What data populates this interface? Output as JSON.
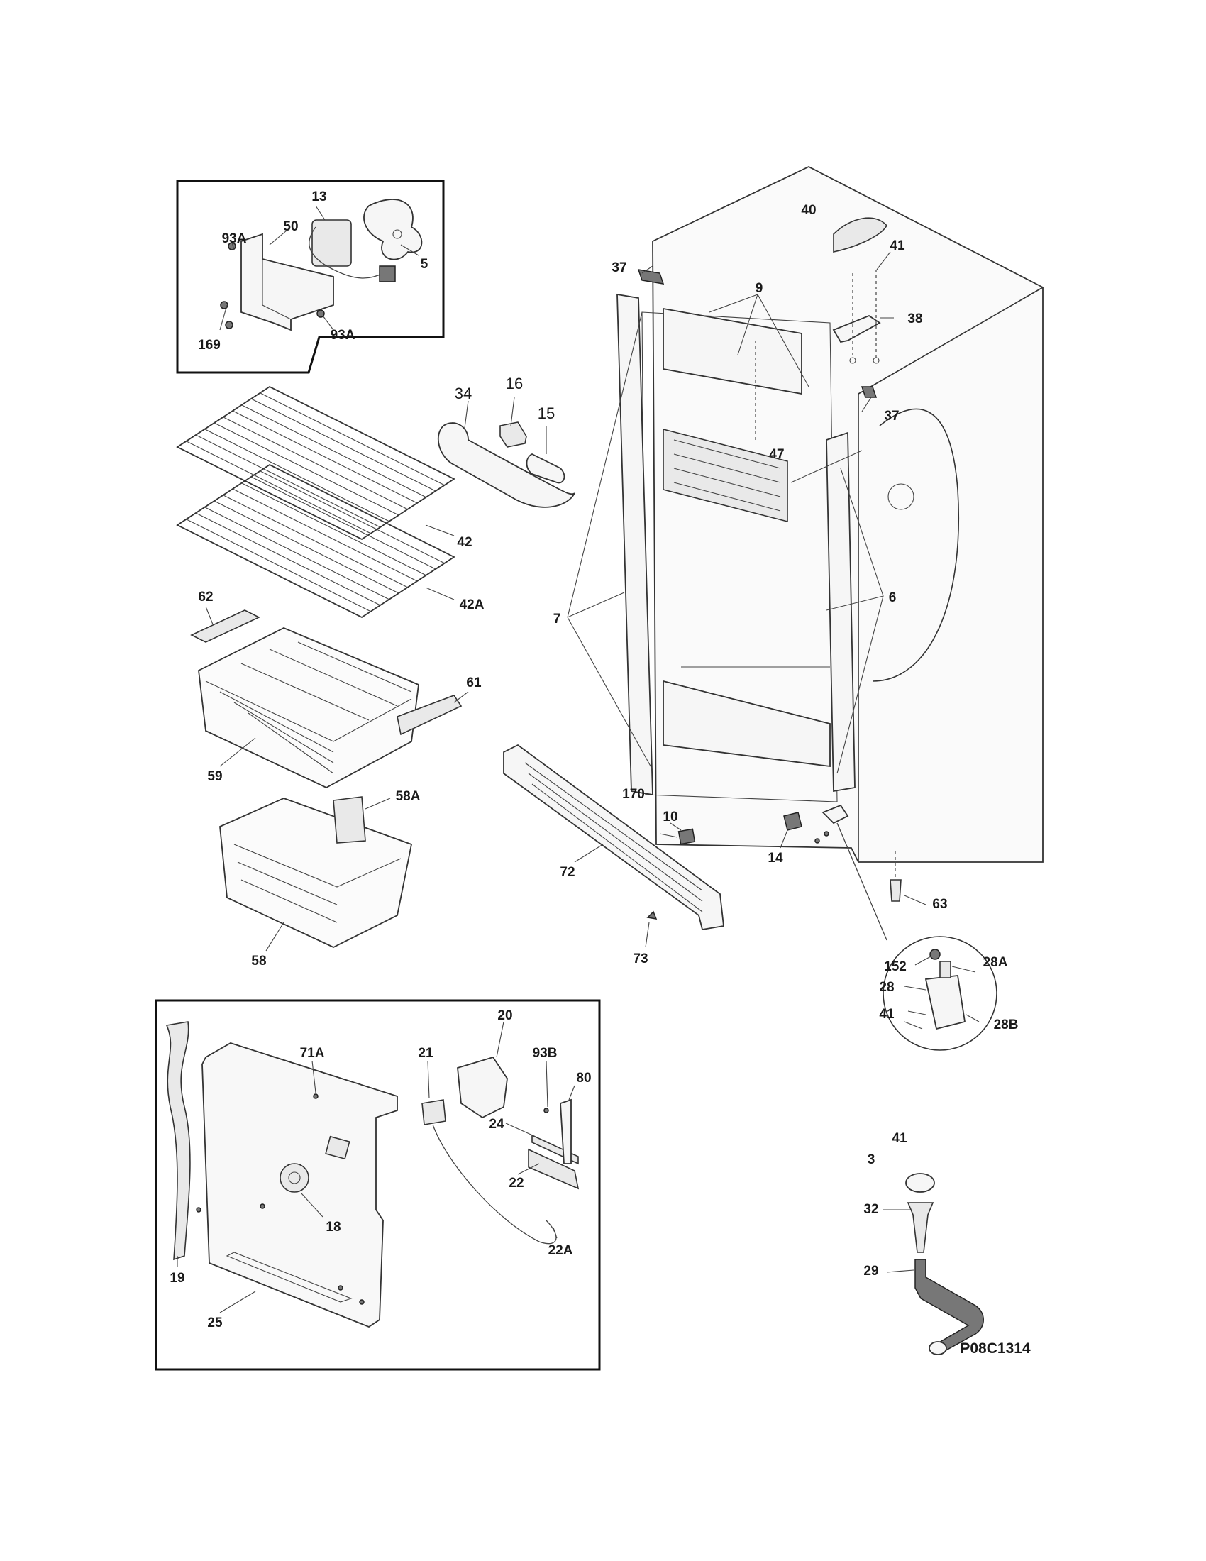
{
  "drawing_code": "P08C1314",
  "labels": {
    "p13": "13",
    "p93a_top": "93A",
    "p50": "50",
    "p5": "5",
    "p169": "169",
    "p93a_bot": "93A",
    "p34": "34",
    "p16": "16",
    "p15": "15",
    "p40": "40",
    "p41_top": "41",
    "p38": "38",
    "p37_left": "37",
    "p37_right": "37",
    "p9": "9",
    "p47": "47",
    "p7": "7",
    "p6": "6",
    "p42": "42",
    "p42a": "42A",
    "p62": "62",
    "p61": "61",
    "p59": "59",
    "p58a": "58A",
    "p58": "58",
    "p10": "10",
    "p170": "170",
    "p72": "72",
    "p73": "73",
    "p14": "14",
    "p63": "63",
    "p152": "152",
    "p28a": "28A",
    "p28": "28",
    "p41_hinge": "41",
    "p28b": "28B",
    "p71a": "71A",
    "p20": "20",
    "p21": "21",
    "p93b": "93B",
    "p80": "80",
    "p24": "24",
    "p22": "22",
    "p22a": "22A",
    "p18": "18",
    "p19": "19",
    "p25": "25",
    "p41_key": "41",
    "p3": "3",
    "p32": "32",
    "p29": "29"
  }
}
